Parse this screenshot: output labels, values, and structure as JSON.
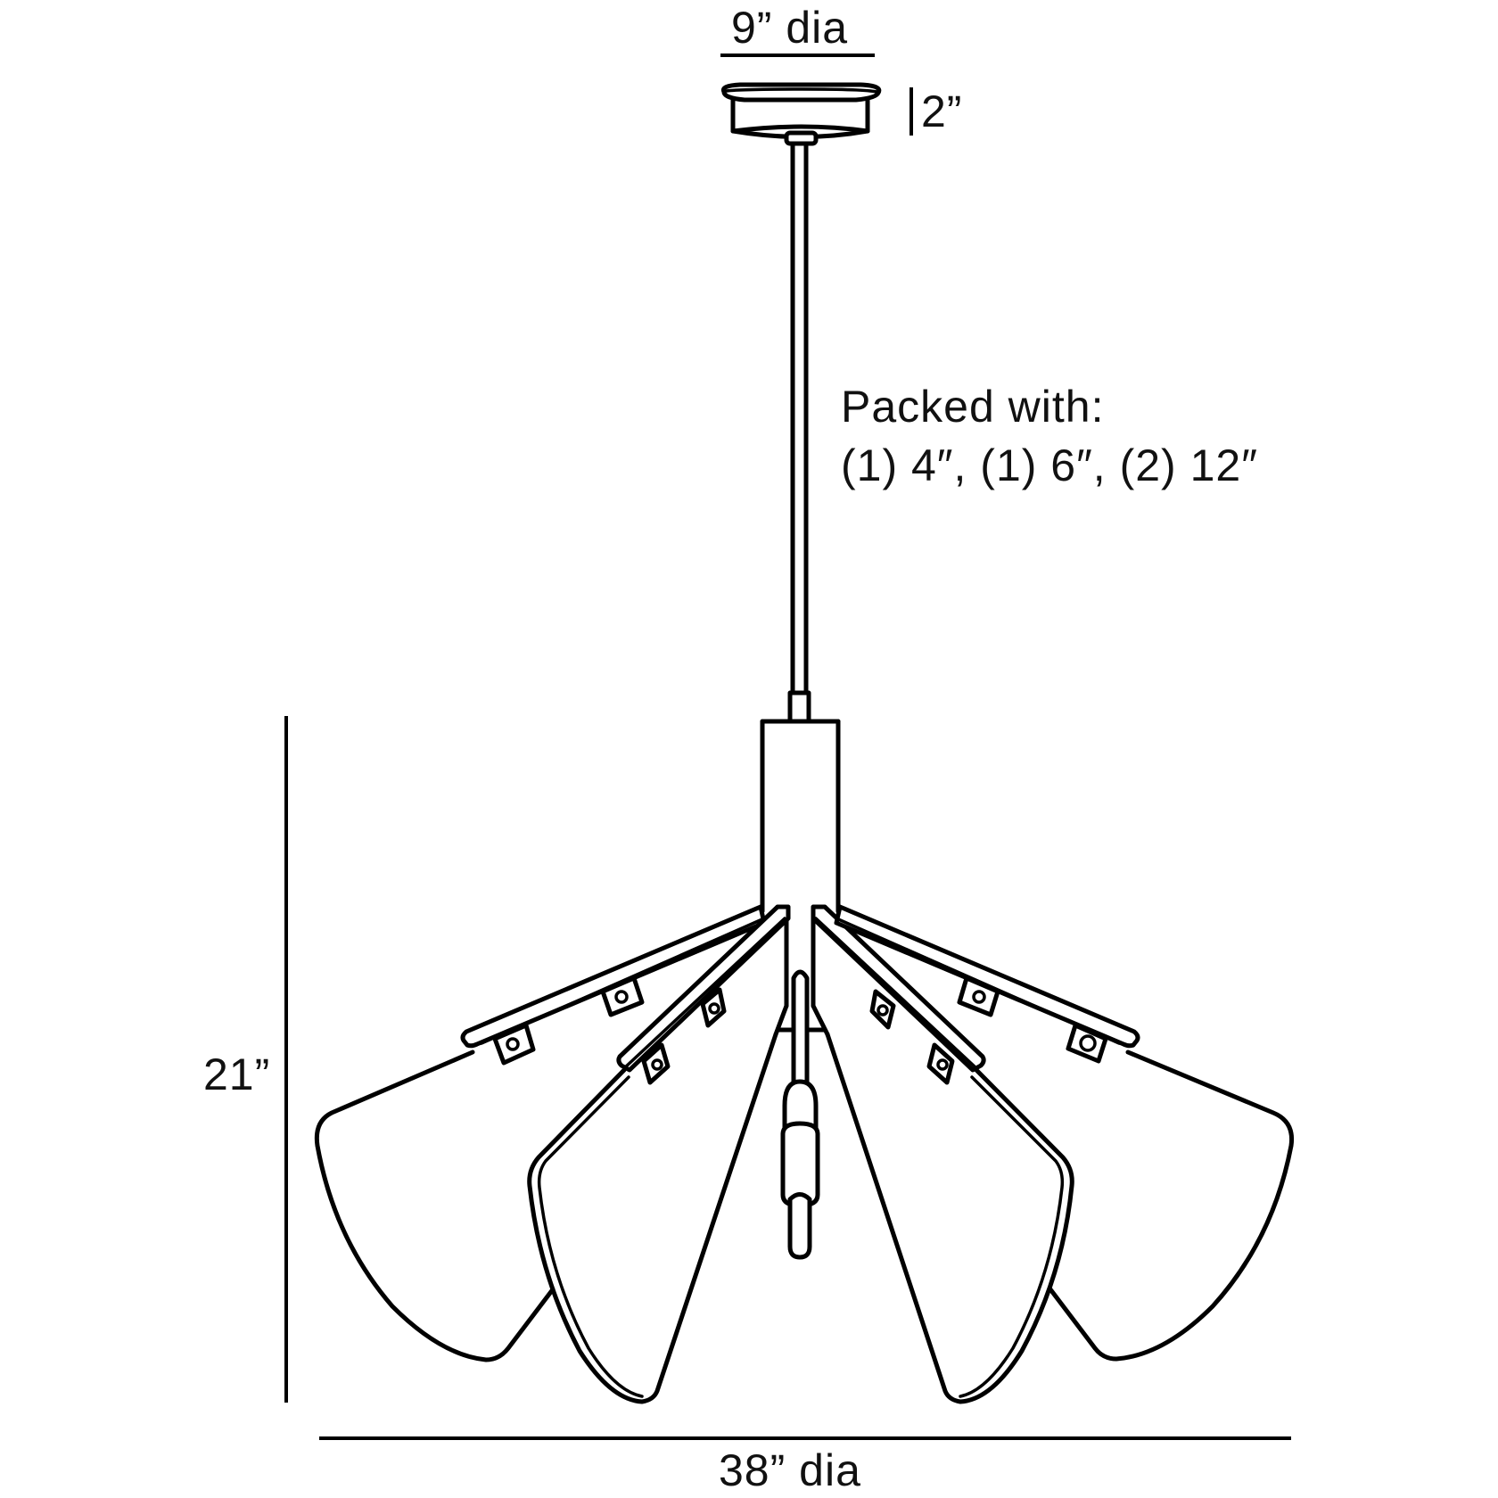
{
  "drawing": {
    "subject": "pendant chandelier with five petal-shaped shades, technical line drawing",
    "stroke_color": "#000000",
    "background_color": "#ffffff"
  },
  "dimensions": {
    "canopy_diameter": "9” dia",
    "canopy_height": "2”",
    "overall_height": "21”",
    "overall_diameter": "38” dia"
  },
  "notes": {
    "packed_title": "Packed with:",
    "packed_items": "(1) 4″, (1) 6″, (2) 12″"
  }
}
